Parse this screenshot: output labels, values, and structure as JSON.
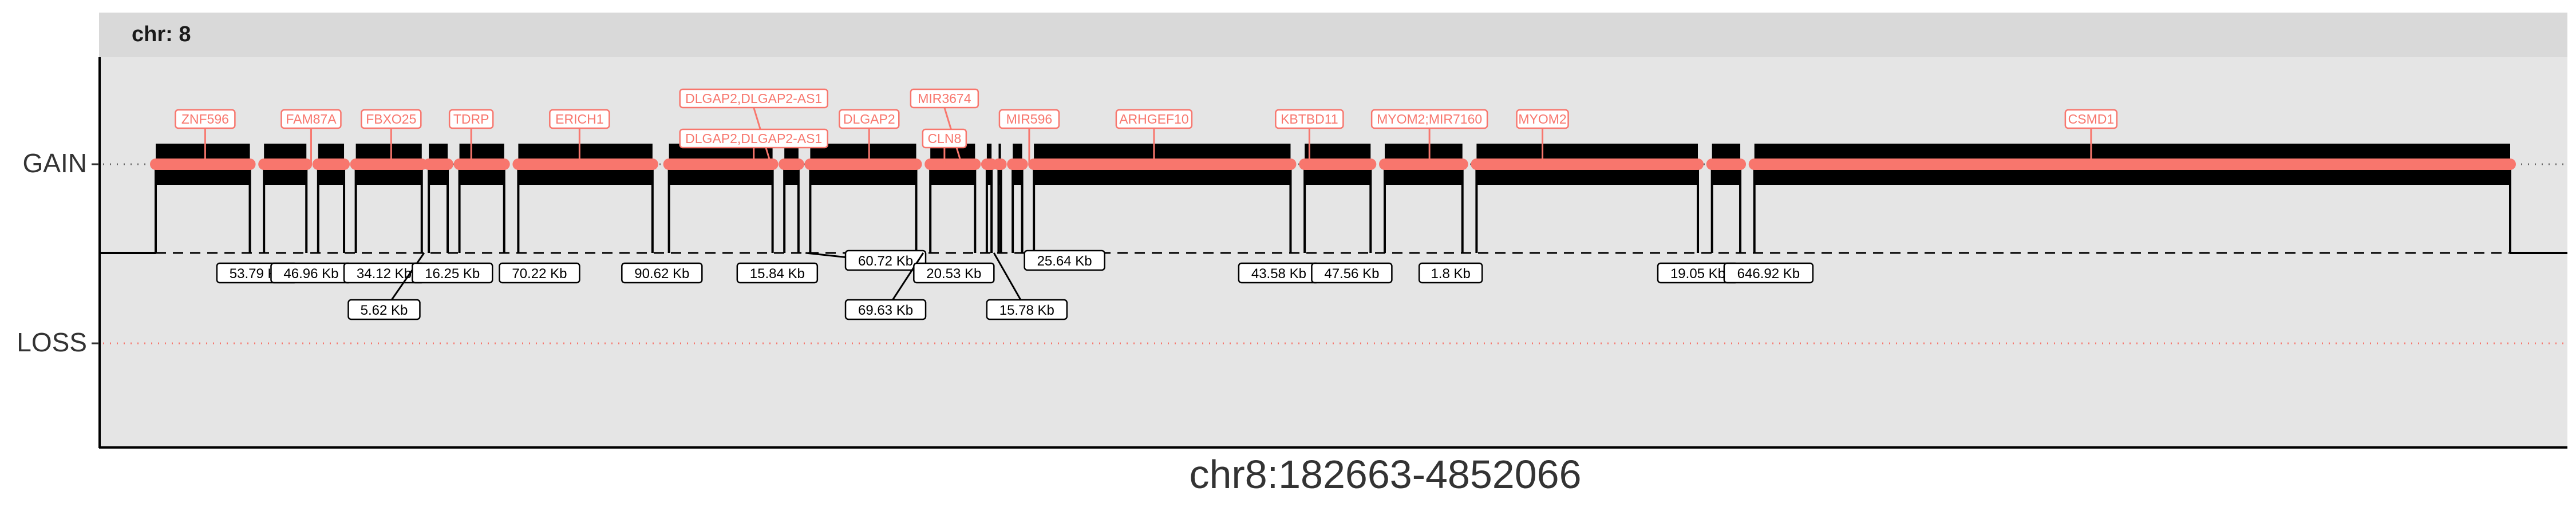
{
  "chart_data": {
    "type": "line",
    "facet_label": "chr: 8",
    "xlabel": "chr8:182663-4852066",
    "ylabel": "",
    "y_categories": [
      "GAIN",
      "LOSS"
    ],
    "grid": false,
    "segments": [
      {
        "state": "GAIN",
        "start_frac": 0.0,
        "end_frac": 0.04
      },
      {
        "state": "GAIN",
        "start_frac": 0.046,
        "end_frac": 0.064
      },
      {
        "state": "GAIN",
        "start_frac": 0.069,
        "end_frac": 0.08
      },
      {
        "state": "GAIN",
        "start_frac": 0.085,
        "end_frac": 0.113
      },
      {
        "state": "GAIN",
        "start_frac": 0.116,
        "end_frac": 0.124
      },
      {
        "state": "GAIN",
        "start_frac": 0.129,
        "end_frac": 0.148
      },
      {
        "state": "GAIN",
        "start_frac": 0.154,
        "end_frac": 0.211
      },
      {
        "state": "GAIN",
        "start_frac": 0.218,
        "end_frac": 0.262
      },
      {
        "state": "GAIN",
        "start_frac": 0.267,
        "end_frac": 0.273
      },
      {
        "state": "GAIN",
        "start_frac": 0.278,
        "end_frac": 0.323
      },
      {
        "state": "GAIN",
        "start_frac": 0.329,
        "end_frac": 0.348
      },
      {
        "state": "GAIN",
        "start_frac": 0.353,
        "end_frac": 0.355
      },
      {
        "state": "GAIN",
        "start_frac": 0.358,
        "end_frac": 0.359
      },
      {
        "state": "GAIN",
        "start_frac": 0.364,
        "end_frac": 0.368
      },
      {
        "state": "GAIN",
        "start_frac": 0.373,
        "end_frac": 0.482
      },
      {
        "state": "GAIN",
        "start_frac": 0.488,
        "end_frac": 0.516
      },
      {
        "state": "GAIN",
        "start_frac": 0.522,
        "end_frac": 0.555
      },
      {
        "state": "GAIN",
        "start_frac": 0.561,
        "end_frac": 0.655
      },
      {
        "state": "GAIN",
        "start_frac": 0.661,
        "end_frac": 0.673
      },
      {
        "state": "GAIN",
        "start_frac": 0.679,
        "end_frac": 1.0
      }
    ],
    "gap_labels": [
      {
        "text": "53.79 Kb",
        "at_frac": 0.043,
        "row": 1
      },
      {
        "text": "46.96 Kb",
        "at_frac": 0.066,
        "row": 1
      },
      {
        "text": "34.12 Kb",
        "at_frac": 0.097,
        "row": 1
      },
      {
        "text": "5.62 Kb",
        "at_frac": 0.097,
        "row": 2,
        "pointer_frac": 0.114
      },
      {
        "text": "16.25 Kb",
        "at_frac": 0.126,
        "row": 1
      },
      {
        "text": "70.22 Kb",
        "at_frac": 0.163,
        "row": 1
      },
      {
        "text": "90.62 Kb",
        "at_frac": 0.215,
        "row": 1
      },
      {
        "text": "15.84 Kb",
        "at_frac": 0.264,
        "row": 1
      },
      {
        "text": "60.72 Kb",
        "at_frac": 0.31,
        "row": 0,
        "pointer_frac": 0.276
      },
      {
        "text": "69.63 Kb",
        "at_frac": 0.31,
        "row": 2,
        "pointer_frac": 0.326
      },
      {
        "text": "20.53 Kb",
        "at_frac": 0.339,
        "row": 1
      },
      {
        "text": "15.78 Kb",
        "at_frac": 0.37,
        "row": 2,
        "pointer_frac": 0.356
      },
      {
        "text": "25.64 Kb",
        "at_frac": 0.386,
        "row": 0,
        "pointer_frac": 0.37
      },
      {
        "text": "43.58 Kb",
        "at_frac": 0.477,
        "row": 1
      },
      {
        "text": "47.56 Kb",
        "at_frac": 0.508,
        "row": 1
      },
      {
        "text": "1.8 Kb",
        "at_frac": 0.55,
        "row": 1
      },
      {
        "text": "19.05 Kb",
        "at_frac": 0.655,
        "row": 1
      },
      {
        "text": "646.92 Kb",
        "at_frac": 0.685,
        "row": 1
      }
    ],
    "gene_labels": [
      {
        "text": "ZNF596",
        "at_frac": 0.021,
        "row": 0
      },
      {
        "text": "FAM87A",
        "at_frac": 0.066,
        "row": 0
      },
      {
        "text": "FBXO25",
        "at_frac": 0.1,
        "row": 0
      },
      {
        "text": "TDRP",
        "at_frac": 0.134,
        "row": 0
      },
      {
        "text": "ERICH1",
        "at_frac": 0.18,
        "row": 0
      },
      {
        "text": "DLGAP2,DLGAP2-AS1",
        "at_frac": 0.254,
        "row": -1
      },
      {
        "text": "DLGAP2,DLGAP2-AS1",
        "at_frac": 0.254,
        "row": 1
      },
      {
        "text": "DLGAP2",
        "at_frac": 0.303,
        "row": 0
      },
      {
        "text": "MIR3674",
        "at_frac": 0.335,
        "row": -1
      },
      {
        "text": "CLN8",
        "at_frac": 0.335,
        "row": 1
      },
      {
        "text": "MIR596",
        "at_frac": 0.371,
        "row": 0
      },
      {
        "text": "ARHGEF10",
        "at_frac": 0.424,
        "row": 0
      },
      {
        "text": "KBTBD11",
        "at_frac": 0.49,
        "row": 0
      },
      {
        "text": "MYOM2;MIR7160",
        "at_frac": 0.541,
        "row": 0
      },
      {
        "text": "MYOM2",
        "at_frac": 0.589,
        "row": 0
      },
      {
        "text": "CSMD1",
        "at_frac": 0.822,
        "row": 0
      }
    ],
    "colors": {
      "gain": "#f8766d",
      "region": "#000000",
      "panel": "#e5e5e5",
      "strip": "#d9d9d9",
      "loss_line": "#f8766d"
    }
  }
}
